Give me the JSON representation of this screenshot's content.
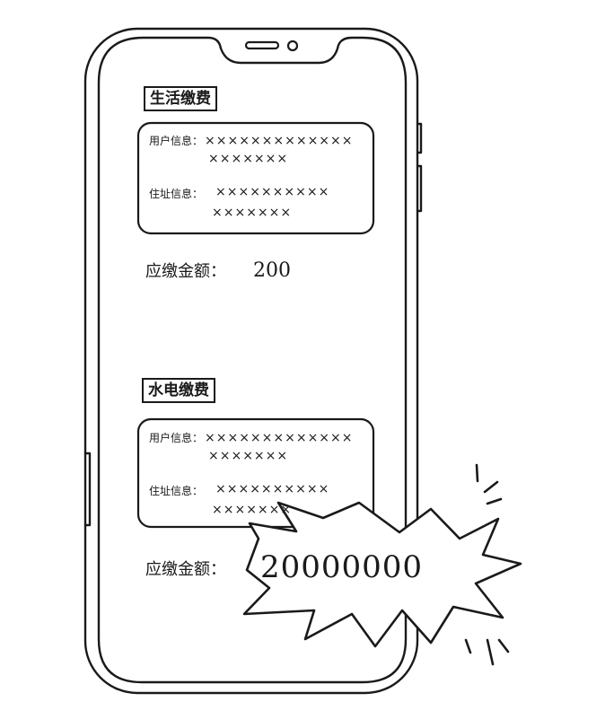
{
  "sections": [
    {
      "title": "生活缴费",
      "user_label": "用户信息：",
      "user_line1": "×××××××××××××",
      "user_line2": "×××××××",
      "addr_label": "住址信息：",
      "addr_line1": "××××××××××",
      "addr_line2": "×××××××",
      "amount_label": "应缴金额：",
      "amount_value": "200"
    },
    {
      "title": "水电缴费",
      "user_label": "用户信息：",
      "user_line1": "×××××××××××××",
      "user_line2": "×××××××",
      "addr_label": "住址信息：",
      "addr_line1": "××××××××××",
      "addr_line2": "×××××××",
      "amount_label": "应缴金额：",
      "amount_value": "20000000"
    }
  ]
}
